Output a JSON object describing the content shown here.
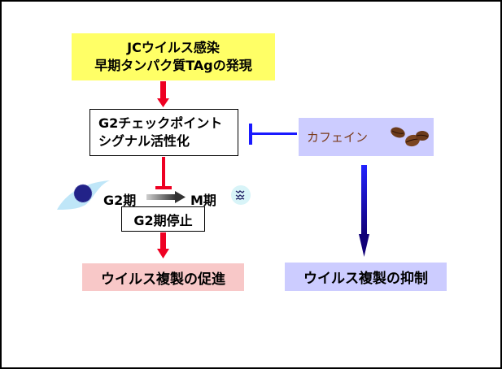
{
  "boxes": {
    "jc_infection": {
      "line1": "JCウイルス感染",
      "line2": "早期タンパク質TAgの発現"
    },
    "g2_checkpoint": {
      "line1": "G2チェックポイント",
      "line2": "シグナル活性化"
    },
    "caffeine": {
      "label": "カフェイン",
      "icon": "coffee-beans-icon"
    },
    "g2_arrest": {
      "label": "G2期停止"
    },
    "promotion": {
      "label": "ウイルス複製の促進"
    },
    "inhibition": {
      "label": "ウイルス複製の抑制"
    }
  },
  "cell_cycle": {
    "from": "G2期",
    "to": "M期",
    "from_icon": "cell-nucleus-icon",
    "to_icon": "chromosome-icon"
  },
  "colors": {
    "activate": "#ee0022",
    "inhibit_caffeine": "#1a1aff",
    "yellow": "#ffff66",
    "pink": "#f8c8c8",
    "lavender": "#ccccff",
    "caffeine_text": "#7a3a1a"
  }
}
